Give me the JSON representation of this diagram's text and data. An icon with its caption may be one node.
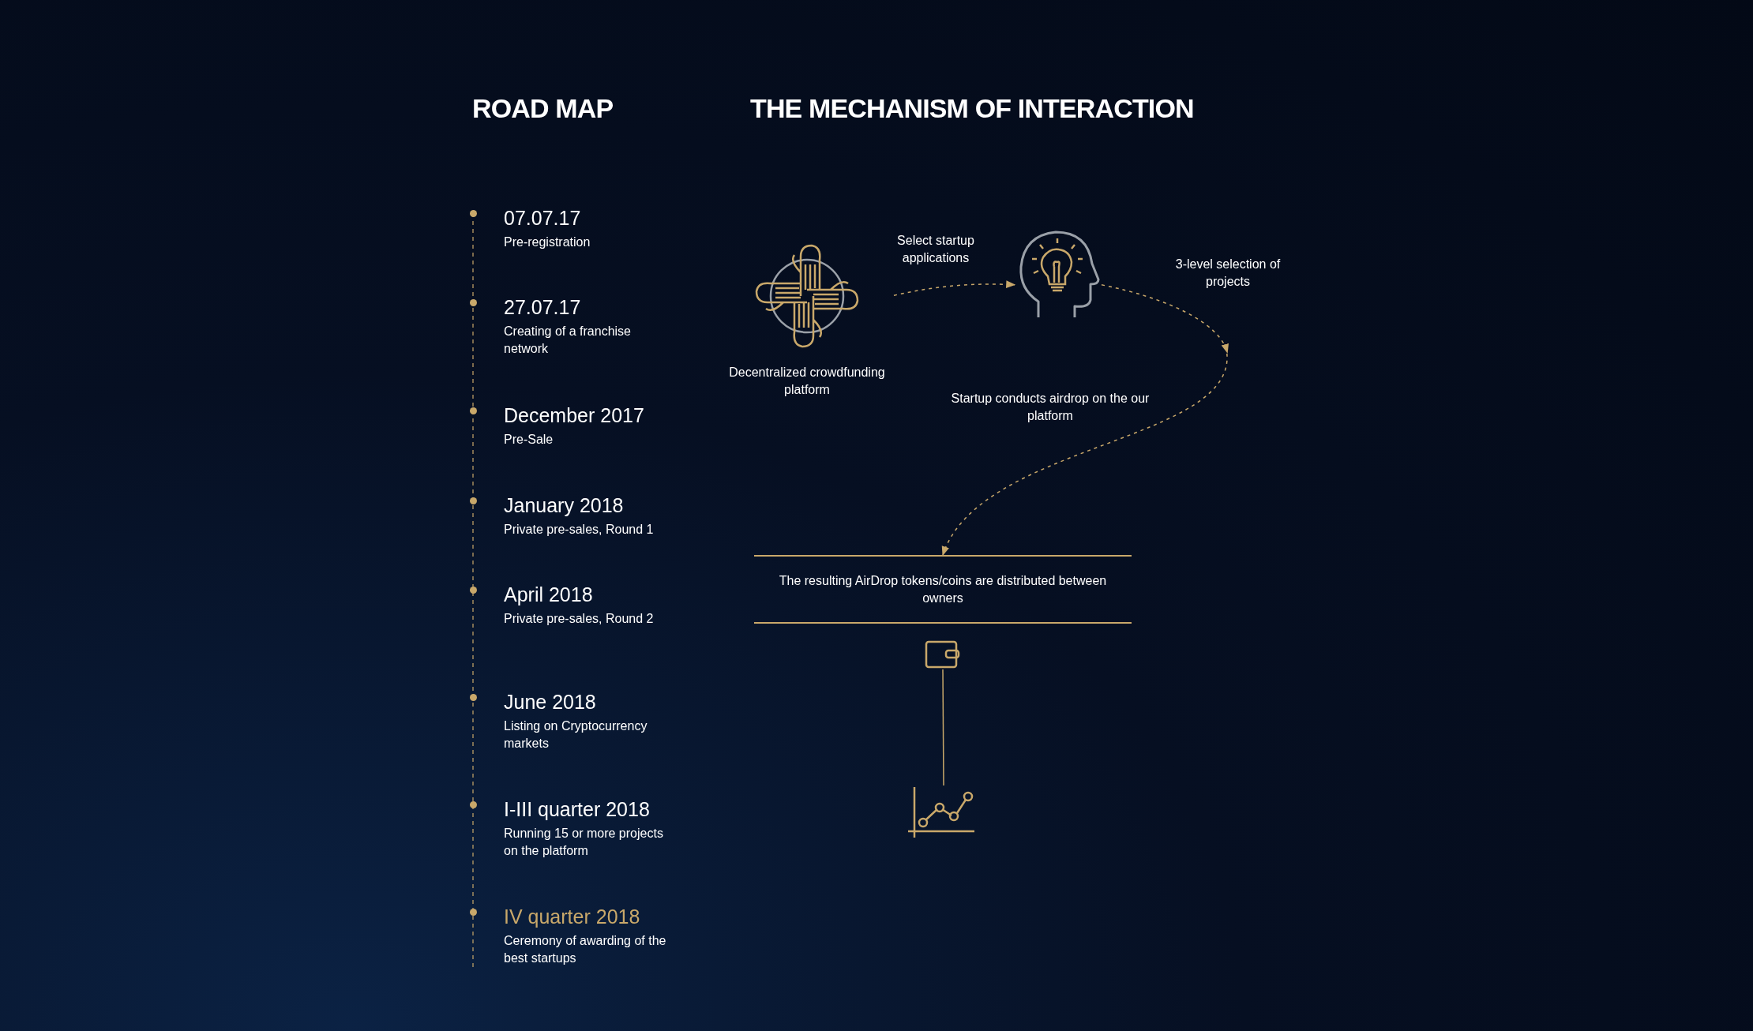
{
  "diagram": {
    "nodes": [
      {
        "text": [
          "Decentralized crowdfunding platform"
        ]
      },
      {
        "text": [],
        "shape": "picture"
      },
      {
        "text": [
          "The resulting AirDrop tokens/coins are distributed between owners"
        ]
      },
      {
        "text": [],
        "shape": "picture"
      },
      {
        "text": [],
        "shape": "picture"
      }
    ],
    "edges": [
      {
        "from": 0,
        "to": 1,
        "arrow": "to",
        "label": "Select startup applications",
        "style": "dashed"
      },
      {
        "from": 1,
        "to": 2,
        "arrow": "to",
        "label": "3-level selection of projects",
        "style": "dashed"
      },
      {
        "from": 3,
        "to": 4,
        "arrow": "none"
      }
    ],
    "labels": [
      "ROAD MAP",
      "THE MECHANISM OF INTERACTION",
      "07.07.17",
      "Pre-registration",
      "27.07.17",
      "Creating of a franchise network",
      "December 2017",
      "Pre-Sale",
      "January 2018",
      "Private pre-sales, Round 1",
      "April 2018",
      "Private pre-sales, Round 2",
      "June 2018",
      "Listing on Cryptocurrency markets",
      "I-III quarter 2018",
      "Running 15 or more projects on the platform",
      "IV quarter 2018",
      "Ceremony of awarding of the best startups",
      "Startup conducts airdrop on the our platform"
    ]
  }
}
